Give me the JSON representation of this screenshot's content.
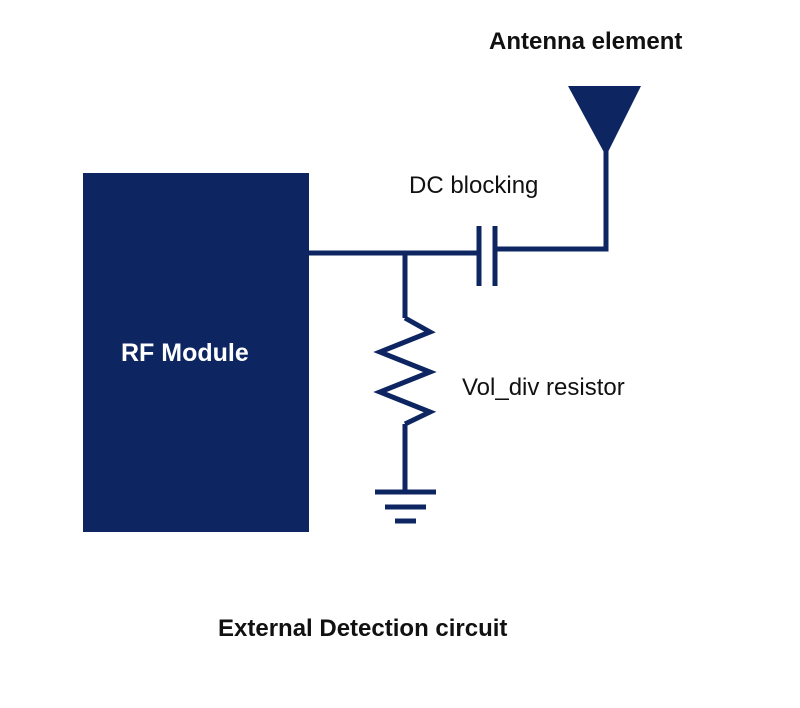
{
  "labels": {
    "antenna": "Antenna element",
    "dc_blocking": "DC blocking",
    "rf_module": "RF Module",
    "resistor": "Vol_div resistor",
    "caption": "External Detection circuit"
  },
  "colors": {
    "circuit": "#0d2561",
    "module_text": "#ffffff",
    "text": "#111111",
    "background": "#ffffff"
  }
}
